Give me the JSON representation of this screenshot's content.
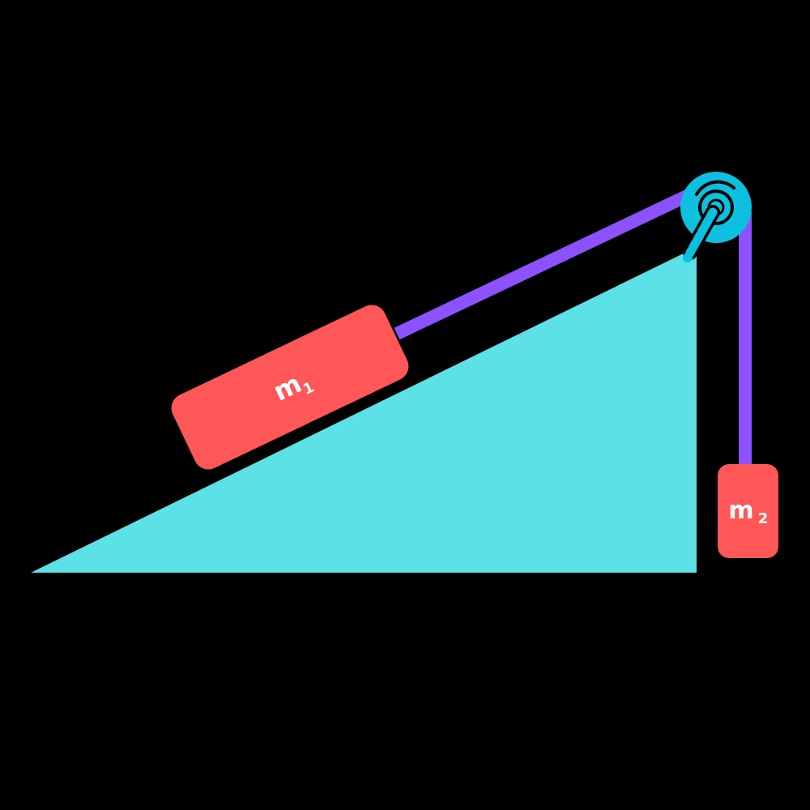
{
  "diagram": {
    "colors": {
      "background": "#000000",
      "incline": "#5ce1e6",
      "rope": "#8c52ff",
      "block": "#ff5757",
      "pulley": "#0cc0df",
      "pulley_detail": "#000000",
      "label": "#ffffff"
    },
    "block_1": {
      "label_main": "m",
      "label_sub": "1"
    },
    "block_2": {
      "label_main": "m",
      "label_sub": "2"
    }
  }
}
